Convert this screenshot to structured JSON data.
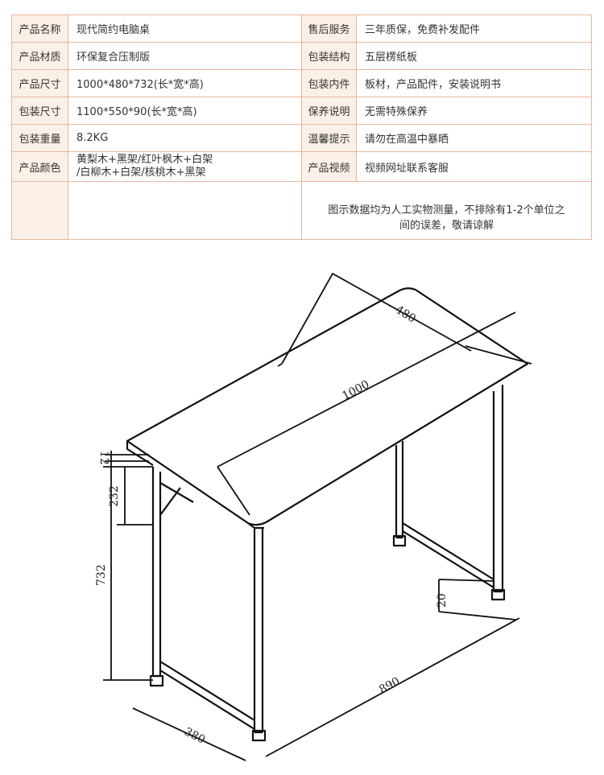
{
  "spec_rows": [
    {
      "label1": "产品名称",
      "value1": "现代简约电脑桌",
      "label2": "售后服务",
      "value2": "三年质保，免费补发配件"
    },
    {
      "label1": "产品材质",
      "value1": "环保复合压制版",
      "label2": "包装结构",
      "value2": "五层楞纸板"
    },
    {
      "label1": "产品尺寸",
      "value1": "1000*480*732(长*宽*高)",
      "label2": "包装内件",
      "value2": "板材，产品配件，安装说明书"
    },
    {
      "label1": "包装尺寸",
      "value1": "1100*550*90(长*宽*高)",
      "label2": "保养说明",
      "value2": "无需特殊保养"
    },
    {
      "label1": "包装重量",
      "value1": "8.2KG",
      "label2": "温馨提示",
      "value2": "请勿在高温中暴晒"
    }
  ],
  "color_row": {
    "label1": "产品颜色",
    "value_line1": "黄梨木+黑架/红叶枫木+白架",
    "value_line2": "/白柳木+白架/核桃木+黑架",
    "label2": "产品视频",
    "value2": "视频网址联系客服"
  },
  "note_line1": "图示数据均为人工实物测量，不排除有1-2个单位之",
  "note_line2": "间的误差，敬请谅解",
  "dimensions": {
    "length": "1000",
    "width": "480",
    "thickness": "12",
    "apron": "232",
    "height": "732",
    "foot": "20",
    "side_depth": "380",
    "span": "890"
  }
}
